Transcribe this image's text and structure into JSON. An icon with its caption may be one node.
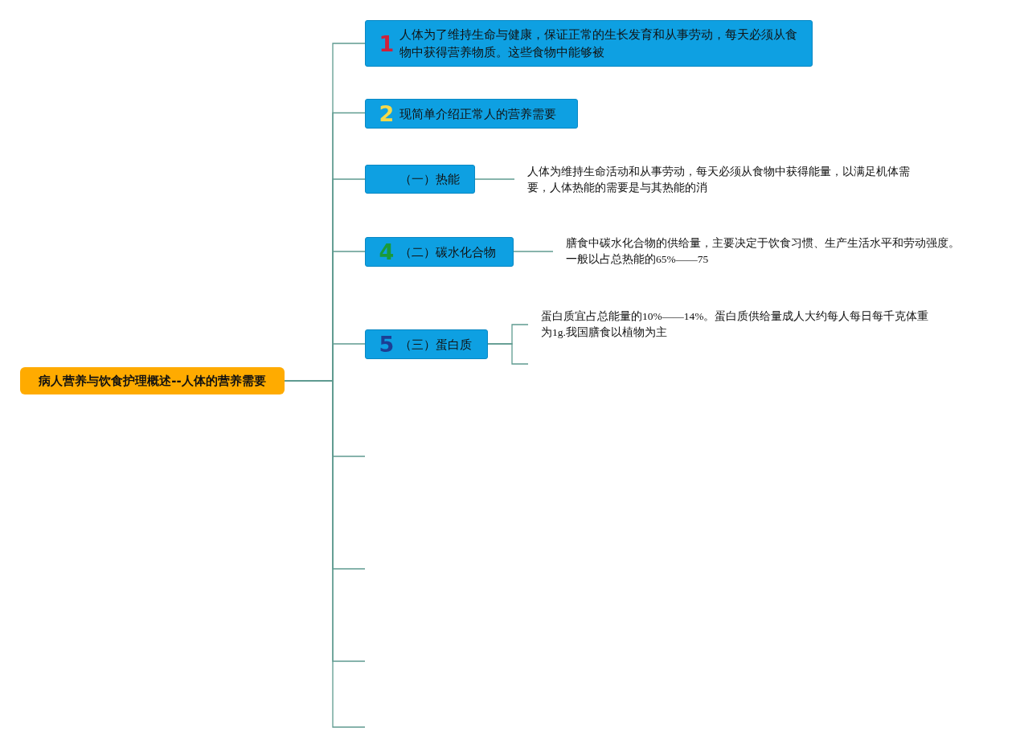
{
  "diagram": {
    "nodes": [
      {
        "text": [
          "病人营养与饮食护理概述--人体的营养需要"
        ]
      },
      {
        "text": [
          "1",
          "人体为了维持生命与健康，保证正常的生长发育和从事劳动，每天必须从食物中获得营养物质。这些食物中能够被"
        ]
      },
      {
        "text": [
          "2",
          "现简单介绍正常人的营养需要"
        ]
      },
      {
        "text": [
          "（一）热能"
        ]
      },
      {
        "text": [
          "人体为维持生命活动和从事劳动，每天必须从食物中获得能量，以满足机体需要，人体热能的需要是与其热能的消"
        ]
      },
      {
        "text": [
          "4",
          "（二）碳水化合物"
        ]
      },
      {
        "text": [
          "膳食中碳水化合物的供给量，主要决定于饮食习惯、生产生活水平和劳动强度。一般以占总热能的65%——75"
        ]
      },
      {
        "text": [
          "5",
          "（三）蛋白质"
        ]
      },
      {
        "text": [
          "蛋白质宜占总能量的10%——14%。蛋白质供给量成人大约每人每日每千克体重为1g.我国膳食以植物为主"
        ]
      }
    ],
    "edges": [
      {
        "from": 0,
        "to": 1,
        "arrow": "none"
      },
      {
        "from": 0,
        "to": 2,
        "arrow": "none"
      },
      {
        "from": 0,
        "to": 3,
        "arrow": "none"
      },
      {
        "from": 0,
        "to": 5,
        "arrow": "none"
      },
      {
        "from": 0,
        "to": 7,
        "arrow": "none"
      },
      {
        "from": 0,
        "to": null,
        "arrow": "none"
      },
      {
        "from": 0,
        "to": null,
        "arrow": "none"
      },
      {
        "from": 0,
        "to": null,
        "arrow": "none"
      },
      {
        "from": 0,
        "to": null,
        "arrow": "none"
      },
      {
        "from": 3,
        "to": 4,
        "arrow": "none"
      },
      {
        "from": 5,
        "to": 6,
        "arrow": "none"
      },
      {
        "from": 7,
        "to": 8,
        "arrow": "none"
      },
      {
        "from": 7,
        "to": null,
        "arrow": "none"
      }
    ]
  }
}
